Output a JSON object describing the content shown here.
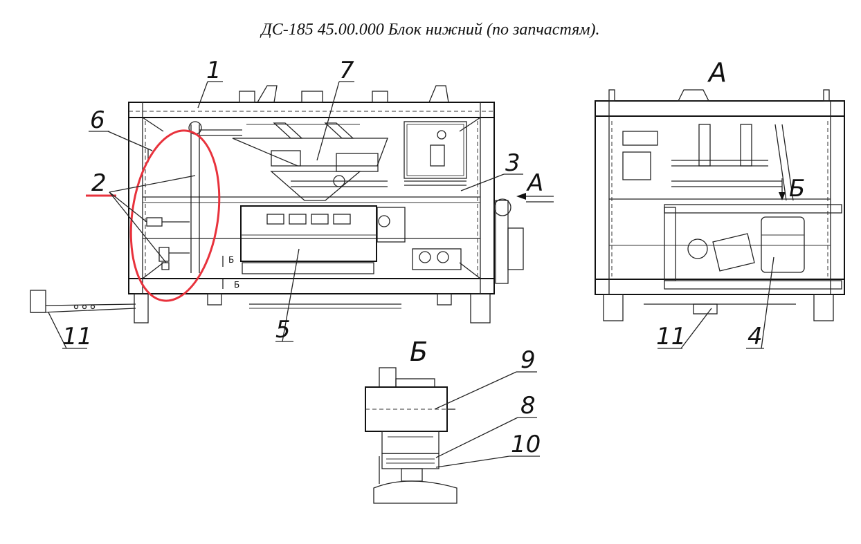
{
  "title": "ДС-185 45.00.000 Блок нижний (по запчастям).",
  "views": {
    "main": {
      "callouts": [
        "1",
        "2",
        "3",
        "5",
        "6",
        "7",
        "11"
      ],
      "section_arrow": "А",
      "section_mark_small": "Б"
    },
    "side": {
      "view_label": "А",
      "section_label": "Б",
      "callouts": [
        "11",
        "4"
      ]
    },
    "detail": {
      "view_label": "Б",
      "callouts": [
        "9",
        "8",
        "10"
      ]
    }
  },
  "highlight": {
    "color": "#e8323c",
    "target_callout": "2"
  }
}
